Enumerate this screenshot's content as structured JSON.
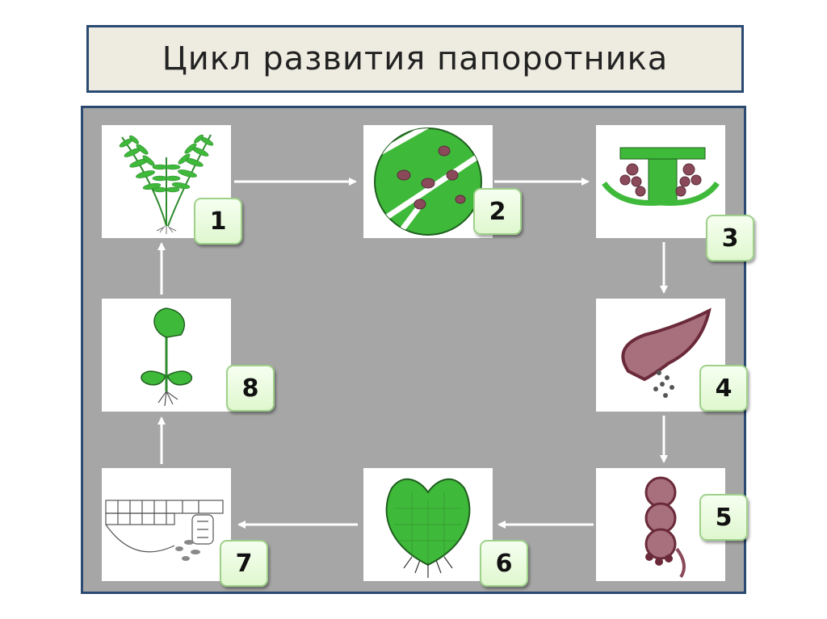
{
  "title": "Цикл развития папоротника",
  "stages": [
    {
      "label": "1",
      "icon": "fern-sporophyte-icon"
    },
    {
      "label": "2",
      "icon": "leaf-sori-icon"
    },
    {
      "label": "3",
      "icon": "sporangia-section-icon"
    },
    {
      "label": "4",
      "icon": "sporangium-releasing-spores-icon"
    },
    {
      "label": "5",
      "icon": "germinating-spore-icon"
    },
    {
      "label": "6",
      "icon": "prothallus-icon"
    },
    {
      "label": "7",
      "icon": "gametangia-section-icon"
    },
    {
      "label": "8",
      "icon": "young-sporophyte-icon"
    }
  ],
  "colors": {
    "panel": "#a6a6a6",
    "border": "#2b4a72",
    "title_bg": "#eeece1",
    "green": "#3fb93a",
    "sorus": "#8a4a5a",
    "arrow": "#ffffff"
  }
}
